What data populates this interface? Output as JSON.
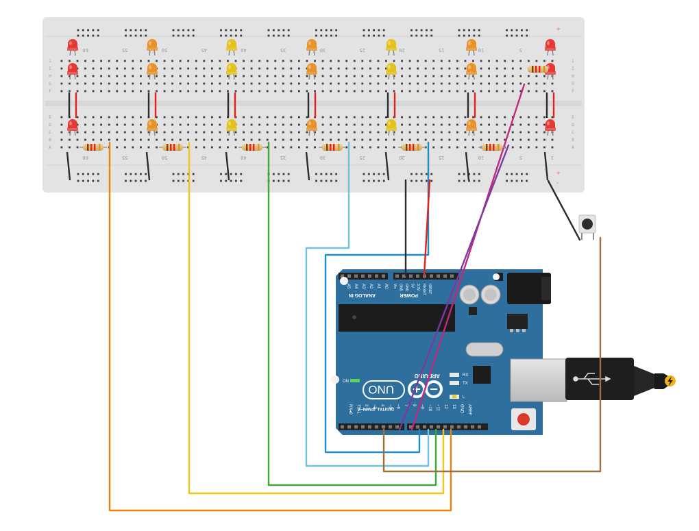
{
  "scene": {
    "type": "circuit-simulator-canvas",
    "breadboard": {
      "column_labels": [
        "60",
        "55",
        "50",
        "45",
        "40",
        "35",
        "30",
        "25",
        "20",
        "15",
        "10",
        "5",
        "1"
      ],
      "row_labels_top": [
        "J",
        "I",
        "H",
        "G",
        "F"
      ],
      "row_labels_bottom": [
        "E",
        "D",
        "C",
        "B",
        "A"
      ],
      "rail_plus": "+",
      "rail_minus": "-"
    },
    "leds": {
      "columns": [
        {
          "color": "#e53935"
        },
        {
          "color": "#e8922a"
        },
        {
          "color": "#e3c21d"
        },
        {
          "color": "#e8922a"
        },
        {
          "color": "#e3c21d"
        },
        {
          "color": "#e8922a"
        },
        {
          "color": "#e53935"
        }
      ]
    },
    "arduino": {
      "board_color": "#2e6f9e",
      "brand": "ARDUINO",
      "model": "UNO",
      "power_label": "POWER",
      "analog_label": "ANALOG IN",
      "digital_label": "DIGITAL (PWM~)",
      "power_pins": [
        "IOREF",
        "RESET",
        "3.3V",
        "5V",
        "GND",
        "GND",
        "Vin"
      ],
      "analog_pins": [
        "A0",
        "A1",
        "A2",
        "A3",
        "A4",
        "A5"
      ],
      "digital_pins": [
        "AREF",
        "GND",
        "13",
        "12",
        "~11",
        "~10",
        "~9",
        "8",
        "7",
        "~6",
        "~5",
        "4",
        "~3",
        "2",
        "TX▸1",
        "RX◂0"
      ],
      "on_label": "ON",
      "tx_label": "TX",
      "rx_label": "RX",
      "l_label": "L"
    },
    "wire_colors": {
      "orange": "#e8820c",
      "yellow": "#f2c618",
      "green": "#3aa935",
      "light_blue": "#6fc3d6",
      "blue": "#1c8fca",
      "red": "#e3201b",
      "black": "#2b2b2b",
      "magenta": "#c0287f",
      "purple": "#7a3aa0",
      "brown": "#a0703c"
    }
  }
}
